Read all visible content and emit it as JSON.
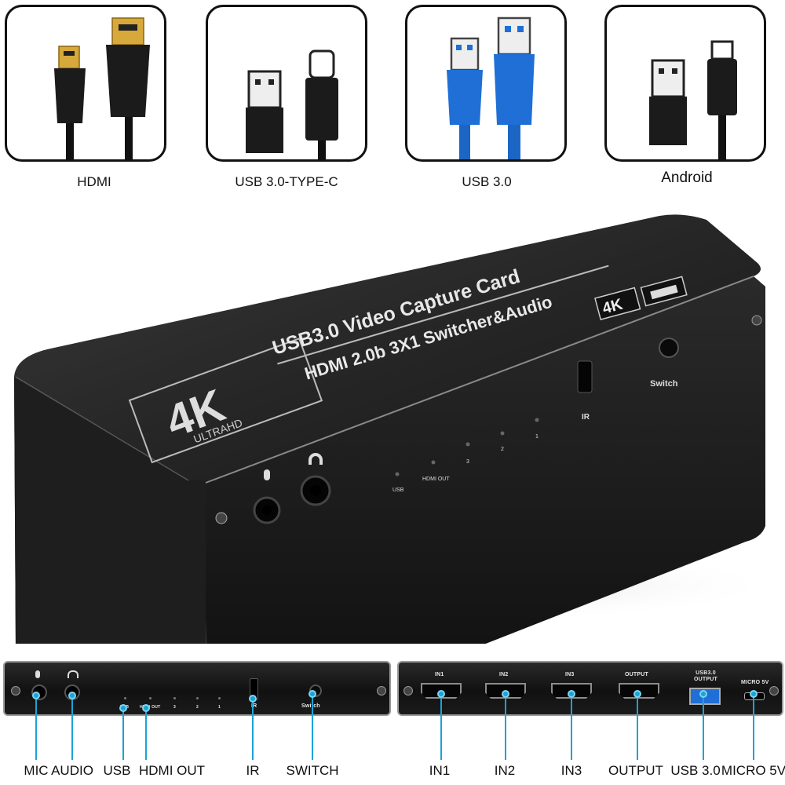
{
  "cables": [
    {
      "label": "HDMI",
      "icon": "hdmi-cable-icon"
    },
    {
      "label": "USB 3.0-TYPE-C",
      "icon": "usb-c-cable-icon"
    },
    {
      "label": "USB 3.0",
      "icon": "usb3-cable-icon"
    },
    {
      "label": "Android",
      "icon": "micro-usb-cable-icon"
    }
  ],
  "device": {
    "logo_4k": "4K",
    "logo_ultrahd": "ULTRAHD",
    "title_line1": "USB3.0 Video Capture Card",
    "title_line2": "HDMI 2.0b 3X1 Switcher&Audio",
    "badge_4k": "4K",
    "switch_label": "Switch",
    "ir_label": "IR",
    "led_labels": [
      "USB",
      "HDMI OUT",
      "3",
      "2",
      "1"
    ]
  },
  "front_panel": {
    "labels": [
      "USB",
      "HDMI OUT",
      "3",
      "2",
      "1",
      "IR",
      "Switch"
    ]
  },
  "rear_panel": {
    "labels": [
      "IN1",
      "IN2",
      "IN3",
      "OUTPUT",
      "USB3.0 OUTPUT",
      "MICRO 5V"
    ]
  },
  "bottom_labels": [
    "MIC",
    "AUDIO",
    "USB",
    "HDMI OUT",
    "IR",
    "SWITCH",
    "IN1",
    "IN2",
    "IN3",
    "OUTPUT",
    "USB 3.0",
    "MICRO 5V"
  ],
  "colors": {
    "accent": "#1aa3d6",
    "cable_blue": "#1f6fd6",
    "device": "#1a1a1a"
  }
}
